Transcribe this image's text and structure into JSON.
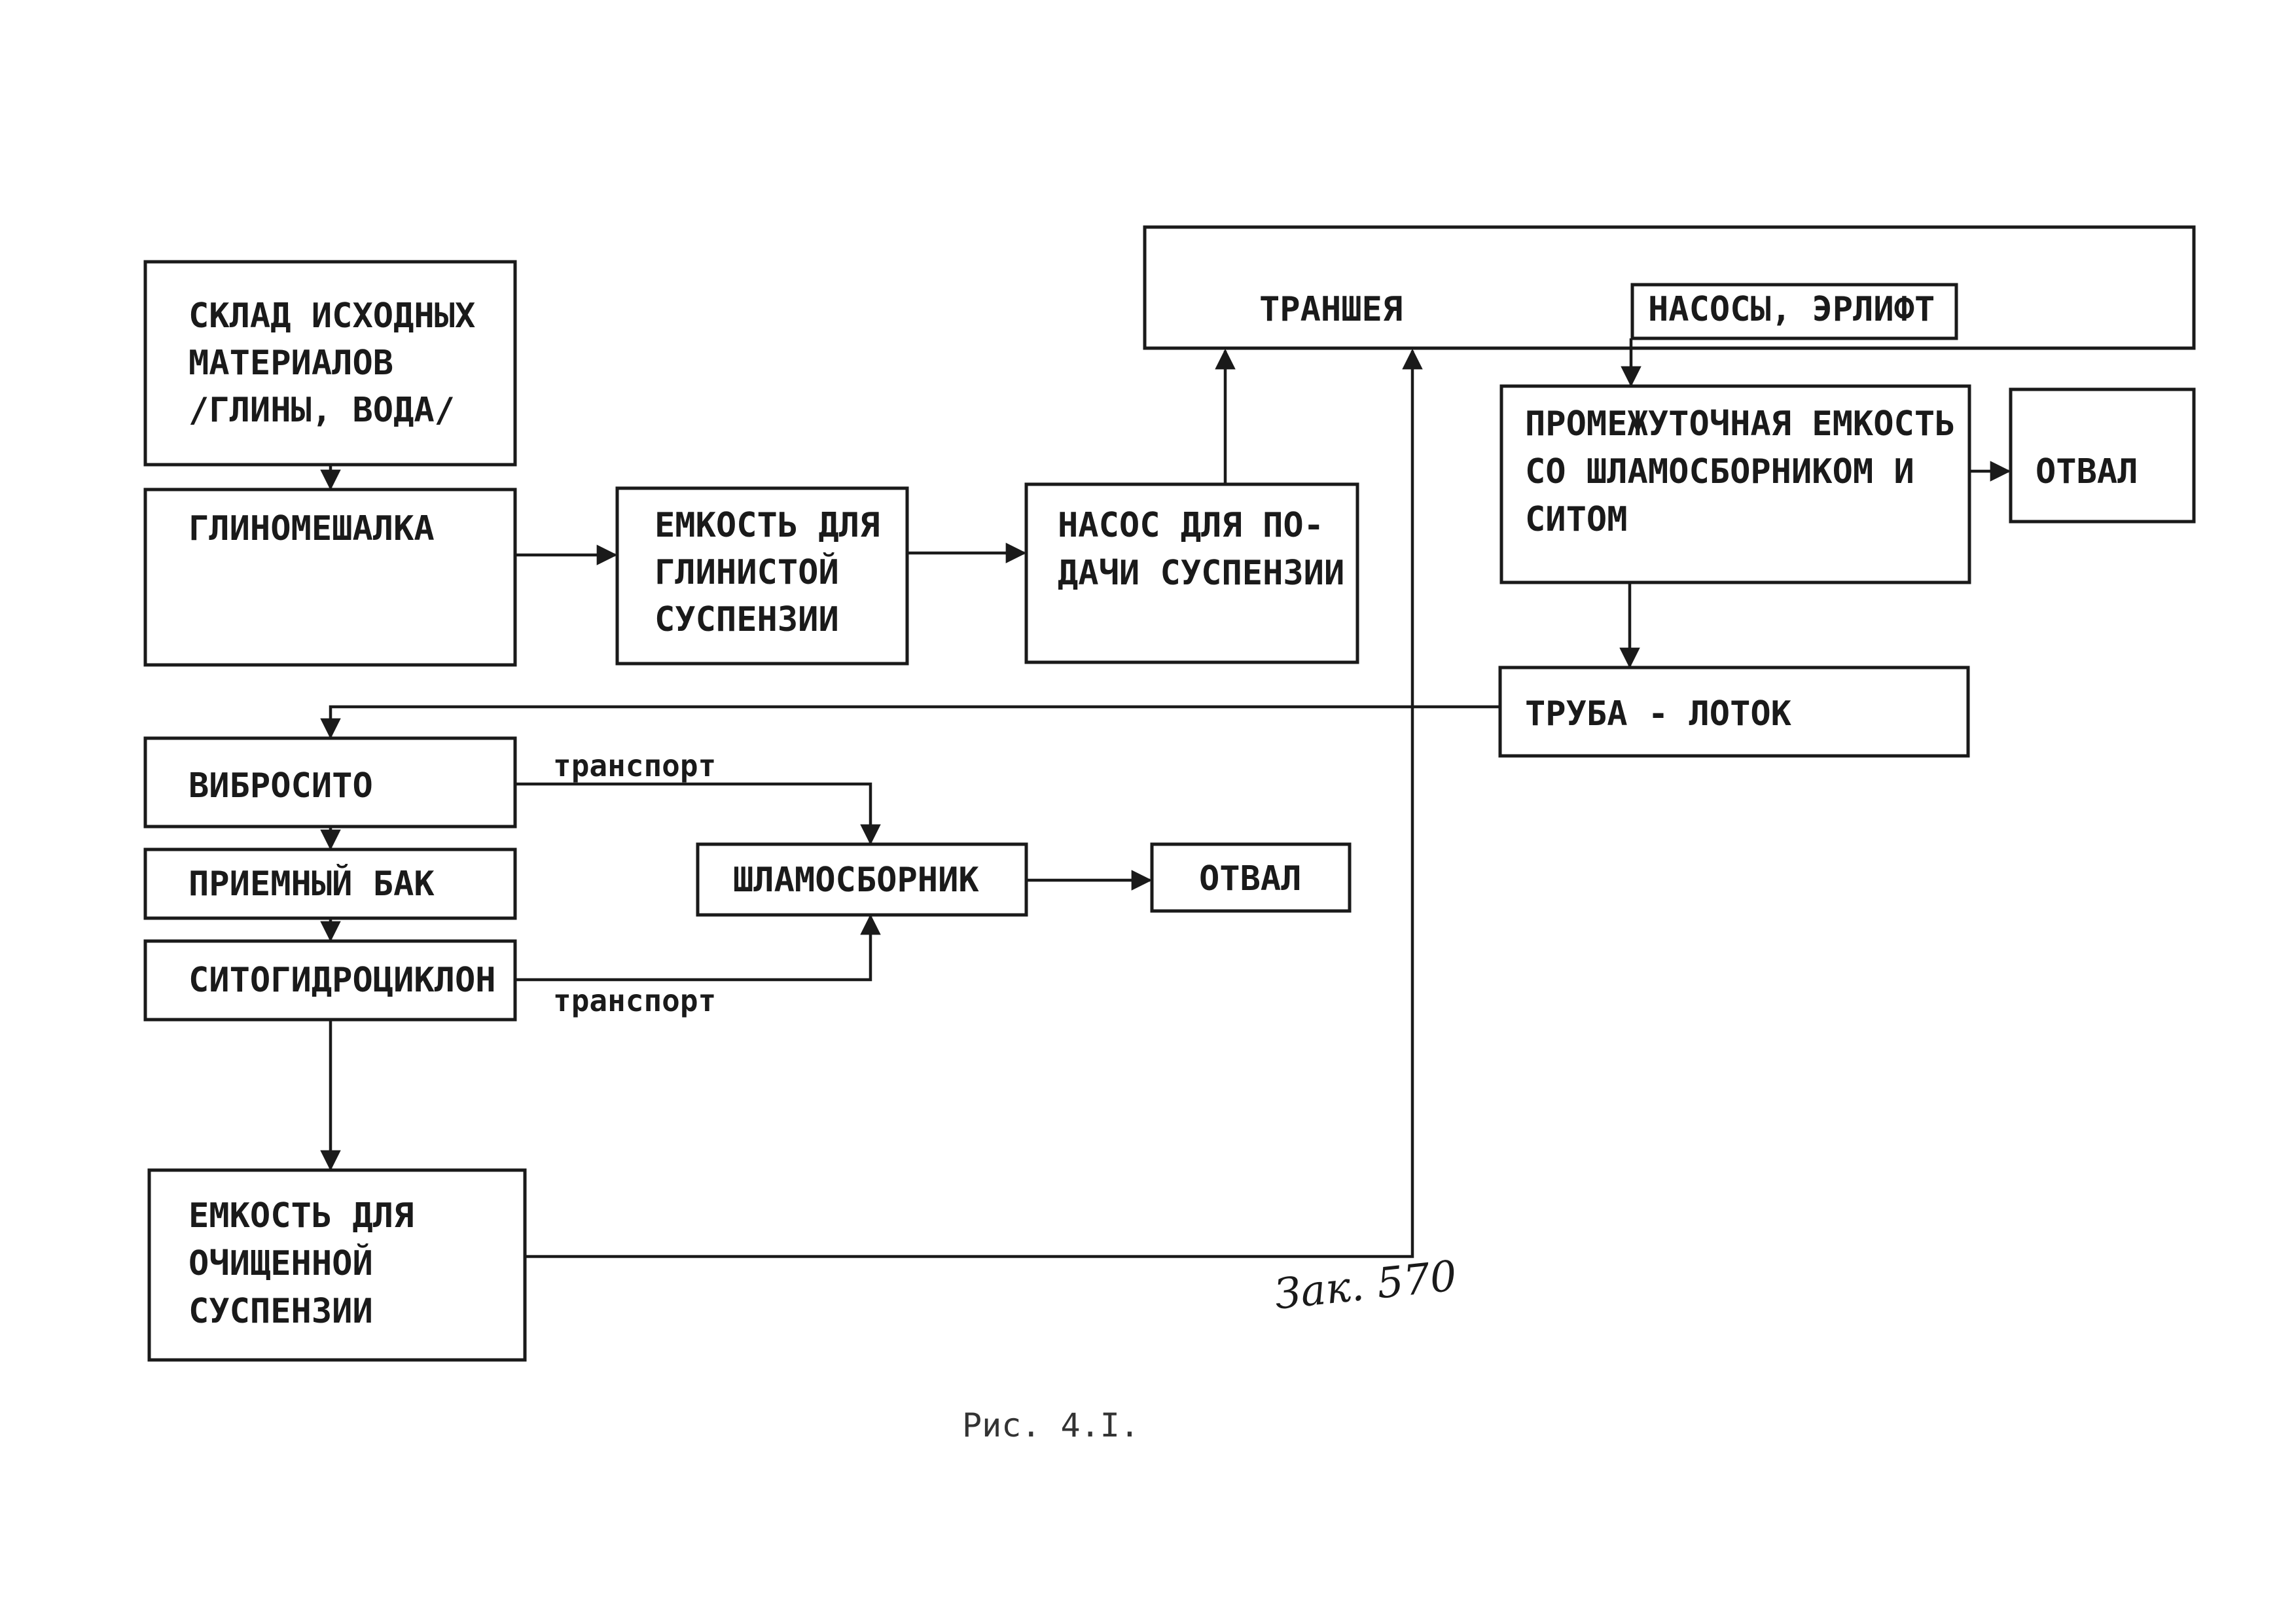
{
  "diagram": {
    "nodes": {
      "warehouse": [
        "СКЛАД ИСХОДНЫХ",
        "МАТЕРИАЛОВ",
        "/ГЛИНЫ, ВОДА/"
      ],
      "clay_mixer": [
        "ГЛИНОМЕШАЛКА"
      ],
      "clay_tank": [
        "ЕМКОСТЬ ДЛЯ",
        "ГЛИНИСТОЙ",
        "СУСПЕНЗИИ"
      ],
      "feed_pump": [
        "НАСОС ДЛЯ ПО-",
        "ДАЧИ СУСПЕНЗИИ"
      ],
      "trench": [
        "ТРАНШЕЯ"
      ],
      "pumps": [
        "НАСОСЫ, ЭРЛИФТ"
      ],
      "intermediate_tank": [
        "ПРОМЕЖУТОЧНАЯ ЕМКОСТЬ",
        "СО ШЛАМОСБОРНИКОМ И",
        "СИТОМ"
      ],
      "dump_top": [
        "ОТВАЛ"
      ],
      "pipe_tray": [
        "ТРУБА - ЛОТОК"
      ],
      "vibro_sieve": [
        "ВИБРОСИТО"
      ],
      "receiving_tank": [
        "ПРИЕМНЫЙ БАК"
      ],
      "hydrocyclone": [
        "СИТОГИДРОЦИКЛОН"
      ],
      "sludge_collector": [
        "ШЛАМОСБОРНИК"
      ],
      "dump_bottom": [
        "ОТВАЛ"
      ],
      "clean_tank": [
        "ЕМКОСТЬ ДЛЯ",
        "ОЧИЩЕННОЙ",
        "СУСПЕНЗИИ"
      ]
    },
    "edge_labels": {
      "transport_top": "транспорт",
      "transport_bottom": "транспорт"
    },
    "handwritten_note": "Зак. 570",
    "caption": "Рис. 4.I."
  }
}
